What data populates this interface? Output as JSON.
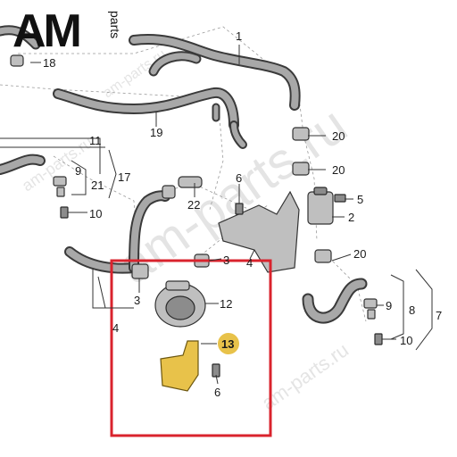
{
  "logo": {
    "brand": "AM",
    "suffix": "parts"
  },
  "watermarks": [
    "am-parts.ru",
    "am-parts.ru",
    "am-parts.ru",
    "am-parts.ru"
  ],
  "callouts": {
    "c1": "1",
    "c2": "2",
    "c3a": "3",
    "c3b": "3",
    "c4a": "4",
    "c4b": "4",
    "c5": "5",
    "c6a": "6",
    "c6b": "6",
    "c7": "7",
    "c8": "8",
    "c9a": "9",
    "c9b": "9",
    "c10a": "10",
    "c10b": "10",
    "c11": "11",
    "c12": "12",
    "c13": "13",
    "c17": "17",
    "c18": "18",
    "c19": "19",
    "c20a": "20",
    "c20b": "20",
    "c20c": "20",
    "c21": "21",
    "c22": "22"
  },
  "highlight": {
    "color": "#d9232d",
    "part13_color": "#e8c24a"
  }
}
